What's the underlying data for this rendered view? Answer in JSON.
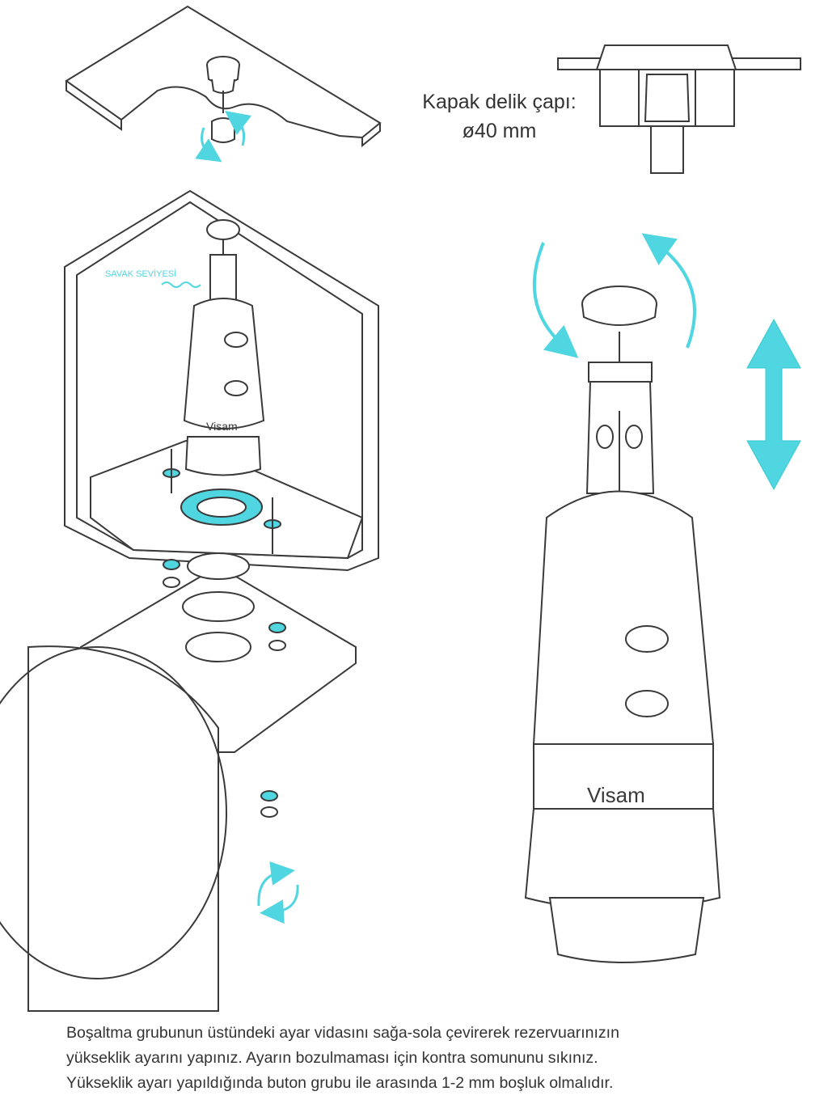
{
  "cap_label": {
    "line1": "Kapak delik çapı:",
    "line2": "ø40 mm"
  },
  "level_label": "SAVAK SEVİYESİ",
  "brand_small": "Visam",
  "brand_large": "Visam",
  "instructions": [
    "Boşaltma grubunun  üstündeki ayar vidasını sağa-sola çevirerek rezervuarınızın",
    "yükseklik ayarını yapınız. Ayarın bozulmaması için kontra somununu sıkınız.",
    "Yükseklik ayarı yapıldığında buton grubu ile arasında 1-2 mm boşluk olmalıdır."
  ],
  "colors": {
    "line": "#3a3a3a",
    "accent": "#4fd6e0",
    "body_fill": "#ffffff",
    "text": "#333333"
  },
  "icons": [
    "rotate-arrows-icon",
    "up-down-arrow-icon"
  ]
}
